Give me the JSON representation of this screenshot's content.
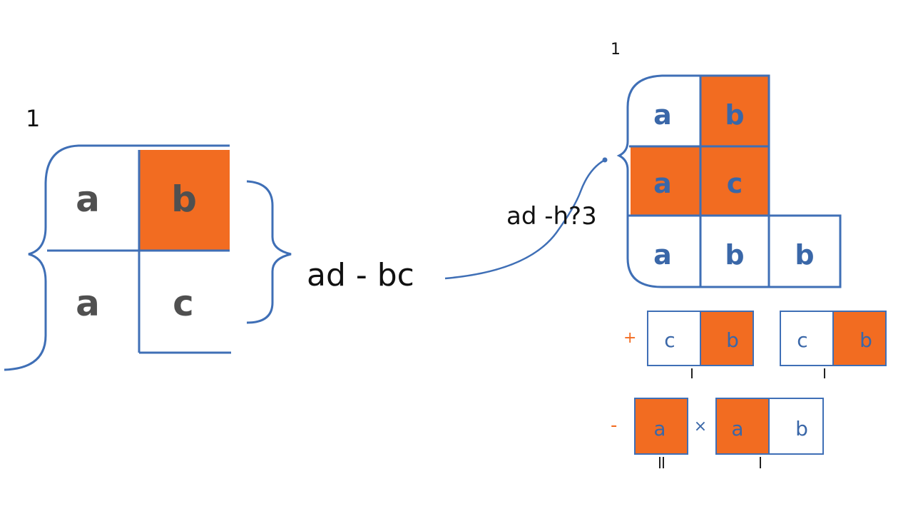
{
  "colors": {
    "line": "#3f6fb6",
    "accent": "#f26c21",
    "text_left": "#505050",
    "text_right": "#3a67a8",
    "text_dark": "#111111"
  },
  "left": {
    "index": "1",
    "cells": [
      "a",
      "b",
      "a",
      "c"
    ],
    "formula": "ad - bc"
  },
  "right": {
    "index": "1",
    "formula": "ad -h?3",
    "grid_cells": [
      "a",
      "b",
      "a",
      "c",
      "a",
      "b",
      "b"
    ],
    "row_a": {
      "sign": "+",
      "box1": [
        "c",
        "b"
      ],
      "box2": [
        "c",
        "b"
      ]
    },
    "row_b": {
      "sign": "-",
      "times": "×",
      "box1": [
        "a"
      ],
      "box2": [
        "a",
        "b"
      ]
    }
  }
}
